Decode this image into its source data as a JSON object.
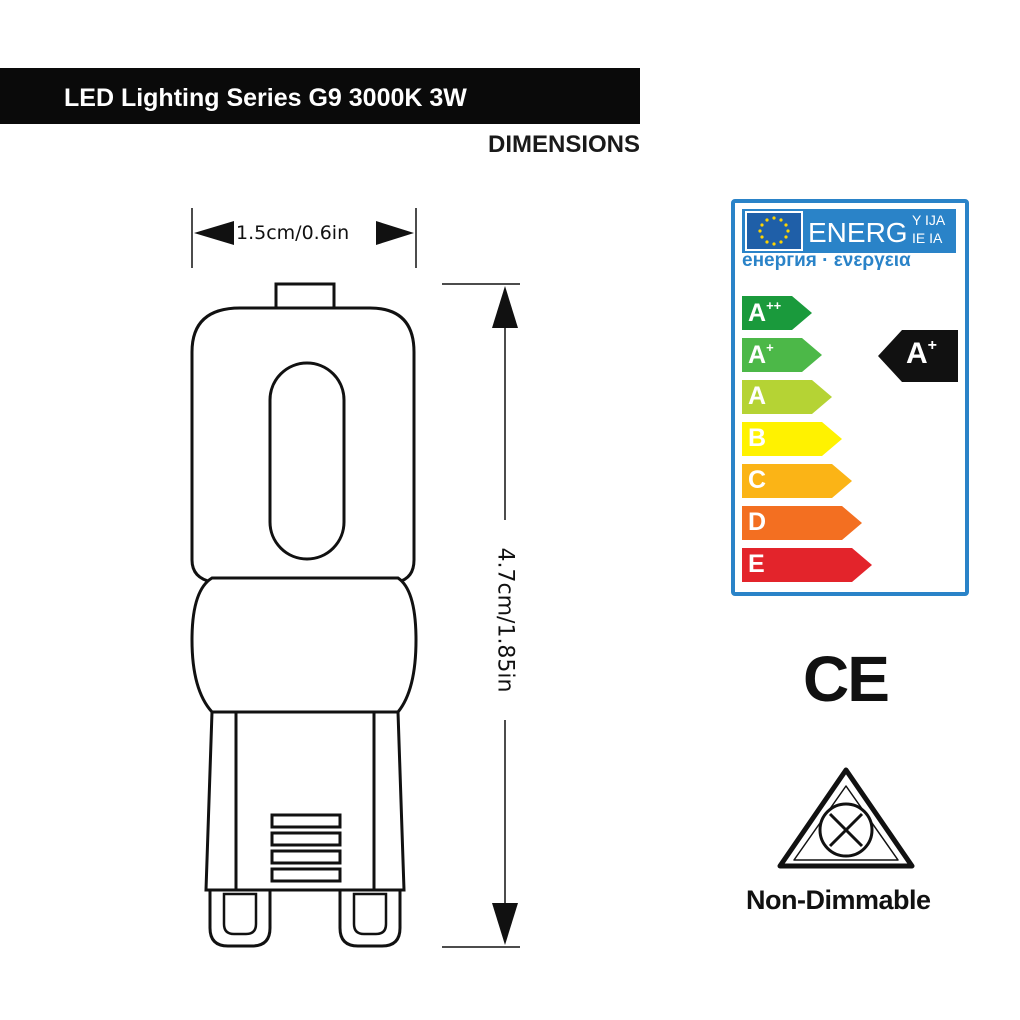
{
  "header": {
    "title": "LED Lighting Series G9 3000K 3W",
    "subtitle": "DIMENSIONS"
  },
  "dimensions": {
    "width_label": "1.5cm/0.6in",
    "height_label": "4.7cm/1.85in"
  },
  "energy_label": {
    "heading": "ENERG",
    "suffix_top": "Y IJA",
    "suffix_bottom": "IE IA",
    "subheading": "енергия · ενεργεια",
    "classes": [
      {
        "letter": "A",
        "sup": "++",
        "color": "#1a9a3c"
      },
      {
        "letter": "A",
        "sup": "+",
        "color": "#4cb848"
      },
      {
        "letter": "A",
        "sup": "",
        "color": "#b5d334"
      },
      {
        "letter": "B",
        "sup": "",
        "color": "#fff200"
      },
      {
        "letter": "C",
        "sup": "",
        "color": "#fbb416"
      },
      {
        "letter": "D",
        "sup": "",
        "color": "#f36f21"
      },
      {
        "letter": "E",
        "sup": "",
        "color": "#e3242b"
      }
    ],
    "rating": {
      "letter": "A",
      "sup": "+"
    },
    "border_color": "#2a83c8",
    "header_color": "#2a83c8"
  },
  "certification": {
    "ce_mark": "CE"
  },
  "dimming": {
    "label": "Non-Dimmable",
    "icon": "non-dimmable-icon"
  }
}
